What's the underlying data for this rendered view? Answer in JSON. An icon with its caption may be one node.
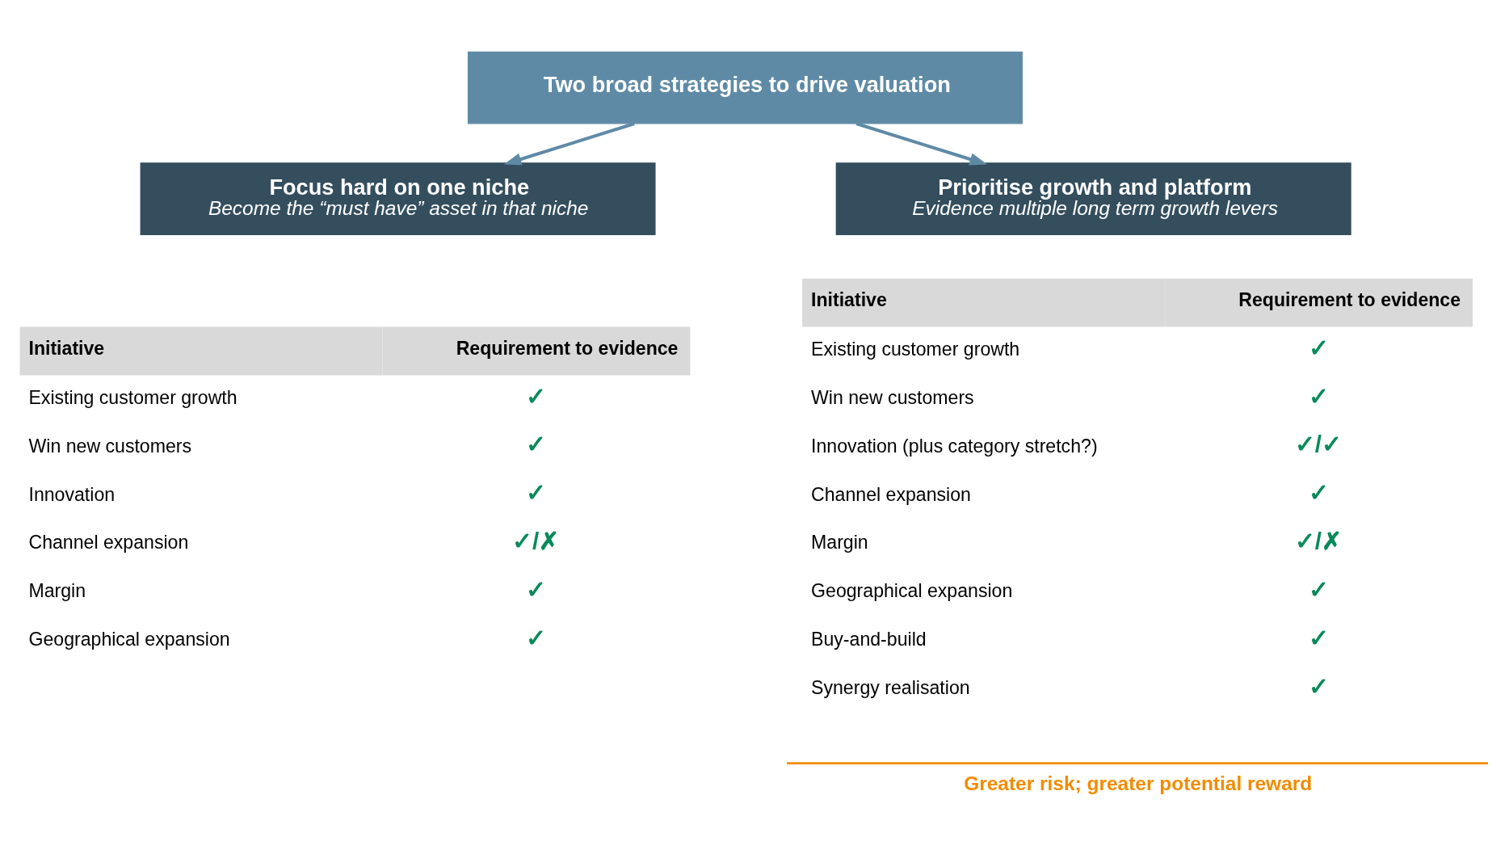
{
  "diagram": {
    "nodes": [
      {
        "text": [
          "Two broad strategies to drive valuation"
        ]
      },
      {
        "text": [
          "Focus hard on one niche",
          "Become the “must have” asset in that niche"
        ]
      },
      {
        "text": [
          "Prioritise growth and platform",
          "Evidence multiple long term growth levers"
        ]
      }
    ],
    "edges": [
      {
        "from": 0,
        "to": 1,
        "arrow": "to"
      },
      {
        "from": 0,
        "to": 2,
        "arrow": "to"
      }
    ],
    "labels": [
      "Initiative",
      "Requirement to evidence",
      "Existing customer growth",
      "✓",
      "Win new customers",
      "✓",
      "Innovation",
      "✓",
      "Channel expansion",
      "✓/✗",
      "Margin",
      "✓",
      "Geographical expansion",
      "✓",
      "Initiative",
      "Requirement to evidence",
      "Existing customer growth",
      "✓",
      "Win new customers",
      "✓",
      "Innovation (plus category stretch?)",
      "✓/✓",
      "Channel expansion",
      "✓",
      "Margin",
      "✓/✗",
      "Geographical expansion",
      "✓",
      "Buy-and-build",
      "✓",
      "Synergy realisation",
      "✓",
      "Greater risk; greater potential reward"
    ]
  }
}
